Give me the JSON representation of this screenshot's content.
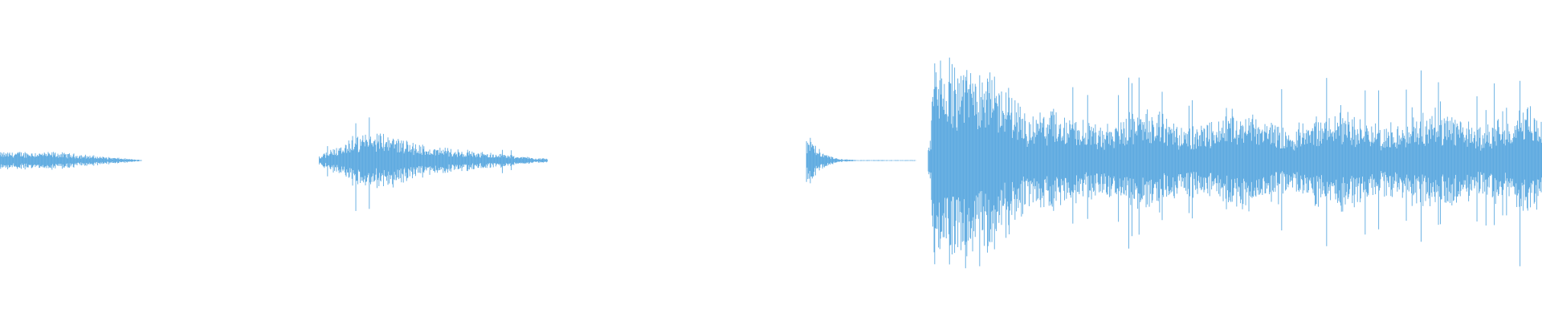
{
  "waveform": {
    "color": "#5DAAE0",
    "background": "#FFFFFF",
    "segments": [
      {
        "name": "segment-1",
        "start": 0.0,
        "end": 0.092,
        "peak": 0.09,
        "decay": "tail"
      },
      {
        "name": "segment-2",
        "start": 0.207,
        "end": 0.355,
        "peak": 0.28,
        "decay": "swell"
      },
      {
        "name": "segment-3",
        "start": 0.523,
        "end": 0.594,
        "peak": 0.22,
        "decay": "impulse"
      },
      {
        "name": "segment-4",
        "start": 0.602,
        "end": 1.0,
        "peak": 1.0,
        "decay": "burst-sustain"
      }
    ]
  }
}
